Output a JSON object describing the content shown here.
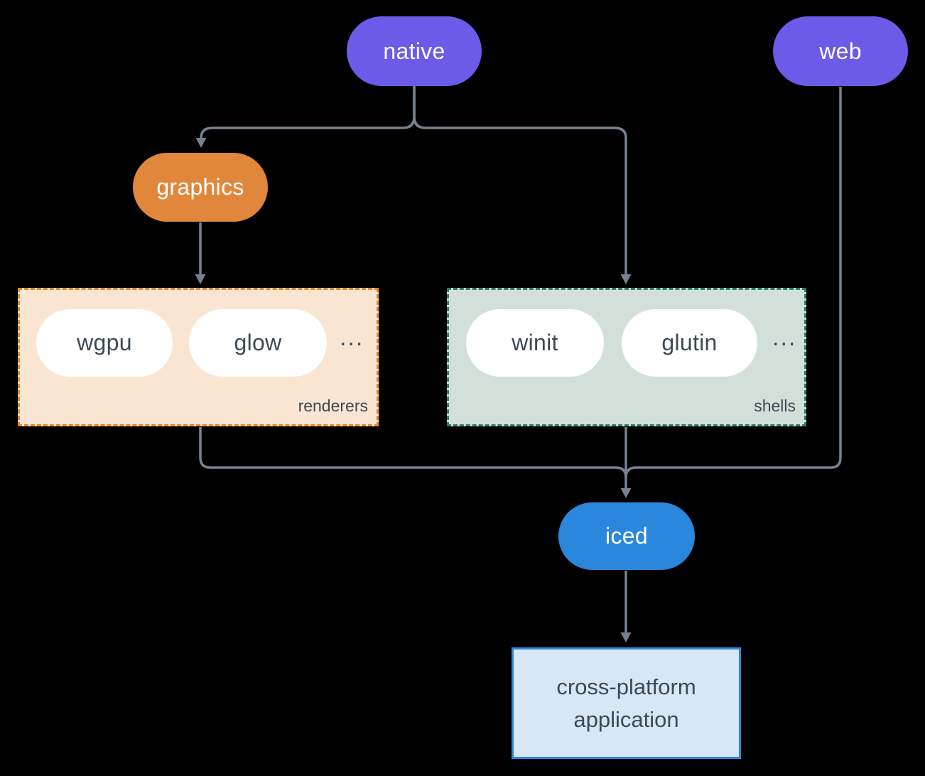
{
  "nodes": {
    "native": "native",
    "web": "web",
    "graphics": "graphics",
    "iced": "iced",
    "application": "cross-platform application"
  },
  "groups": {
    "renderers": {
      "label": "renderers",
      "ellipsis": "...",
      "items": [
        "wgpu",
        "glow"
      ]
    },
    "shells": {
      "label": "shells",
      "ellipsis": "...",
      "items": [
        "winit",
        "glutin"
      ]
    }
  },
  "colors": {
    "bg": "#000000",
    "purple": "#6C5BE8",
    "orange": "#E0873B",
    "blue": "#2B87DB",
    "line": "#76828F",
    "ink": "#3B4A56",
    "pill_text": "#FFFFFF",
    "white_pill_bg": "#FFFFFF",
    "renderers_bg": "#FAE5D3",
    "renderers_border": "#E2862F",
    "shells_bg": "#D3E0DA",
    "shells_border": "#2F7D6C",
    "app_bg": "#D8E7F6",
    "app_border": "#2E86DE"
  }
}
